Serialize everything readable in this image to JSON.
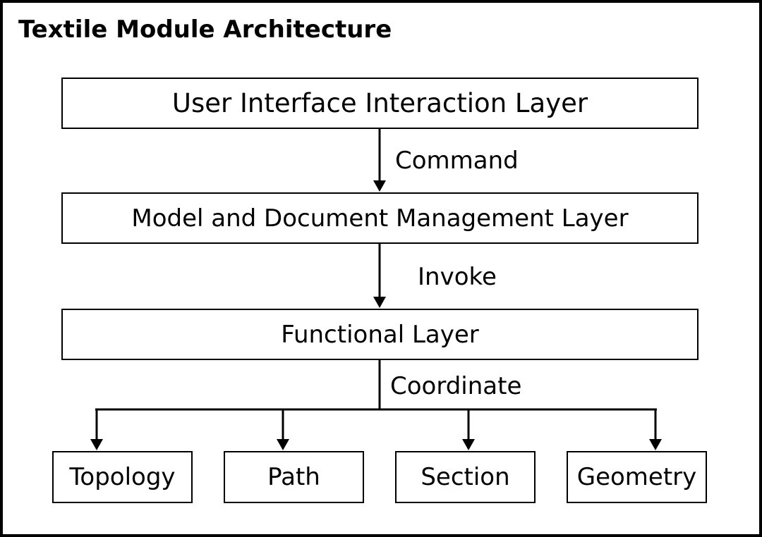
{
  "diagram": {
    "title": "Textile Module Architecture",
    "layers": [
      {
        "label": "User Interface Interaction Layer"
      },
      {
        "label": "Model and Document Management Layer"
      },
      {
        "label": "Functional Layer"
      }
    ],
    "edges": [
      {
        "from": "User Interface Interaction Layer",
        "to": "Model and Document Management Layer",
        "label": "Command"
      },
      {
        "from": "Model and Document Management Layer",
        "to": "Functional Layer",
        "label": "Invoke"
      },
      {
        "from": "Functional Layer",
        "to": "modules",
        "label": "Coordinate"
      }
    ],
    "modules": [
      {
        "label": "Topology"
      },
      {
        "label": "Path"
      },
      {
        "label": "Section"
      },
      {
        "label": "Geometry"
      }
    ]
  }
}
